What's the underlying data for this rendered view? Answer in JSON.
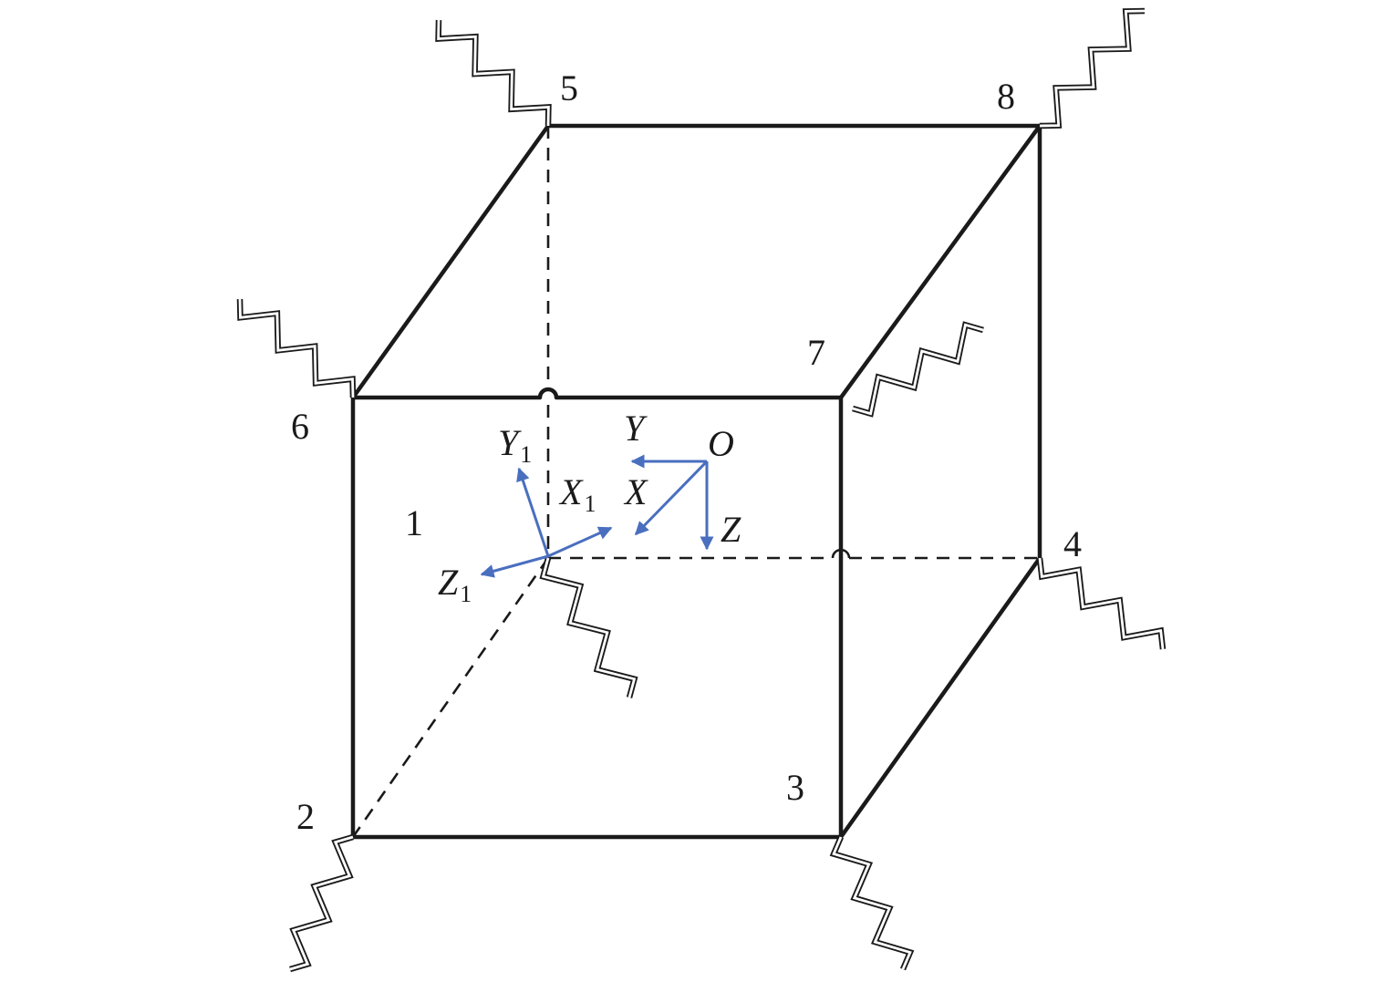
{
  "diagram": {
    "colors": {
      "edge": "#1a1a1a",
      "axis": "#4a6fbf",
      "background": "#ffffff"
    },
    "node_labels": {
      "n1": "1",
      "n2": "2",
      "n3": "3",
      "n4": "4",
      "n5": "5",
      "n6": "6",
      "n7": "7",
      "n8": "8"
    },
    "axis_labels": {
      "body_y_main": "Y",
      "body_y_sub": "1",
      "body_x_main": "X",
      "body_x_sub": "1",
      "body_z_main": "Z",
      "body_z_sub": "1",
      "origin": "O",
      "global_y": "Y",
      "global_x": "X",
      "global_z": "Z"
    }
  }
}
